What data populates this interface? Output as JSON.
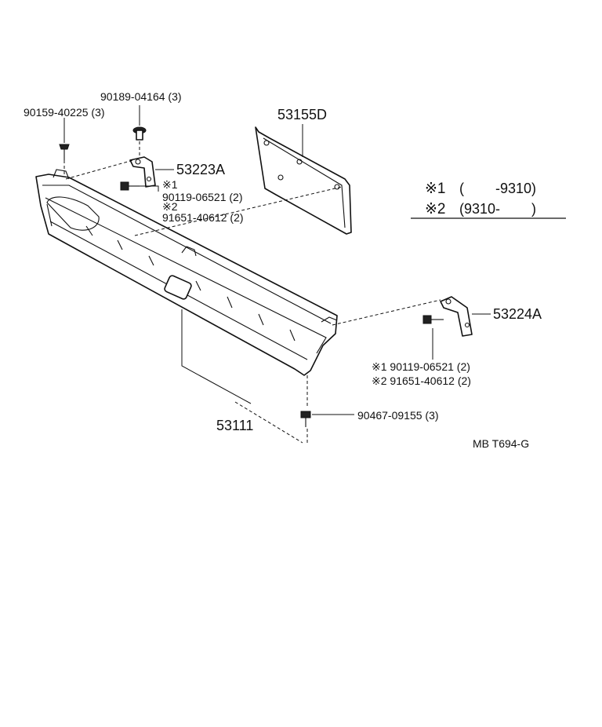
{
  "labels": {
    "clip_90189": "90189-04164 (3)",
    "screw_90159": "90159-40225 (3)",
    "panel_53155D": "53155D",
    "bracket_53223A": "53223A",
    "note1_mark_left": "※1",
    "bolt_90119_left": "90119-06521 (2)",
    "note2_mark_left": "※2",
    "bolt_91651_left": "91651-40612 (2)",
    "bracket_53224A": "53224A",
    "bolt_90119_right": "※1 90119-06521 (2)",
    "bolt_91651_right": "※2 91651-40612 (2)",
    "clip_90467": "90467-09155 (3)",
    "grille_53111": "53111",
    "diagram_code": "MB T694-G"
  },
  "legend": {
    "note1": {
      "mark": "※1",
      "range": "(        -9310)"
    },
    "note2": {
      "mark": "※2",
      "range": "(9310-        )"
    }
  }
}
